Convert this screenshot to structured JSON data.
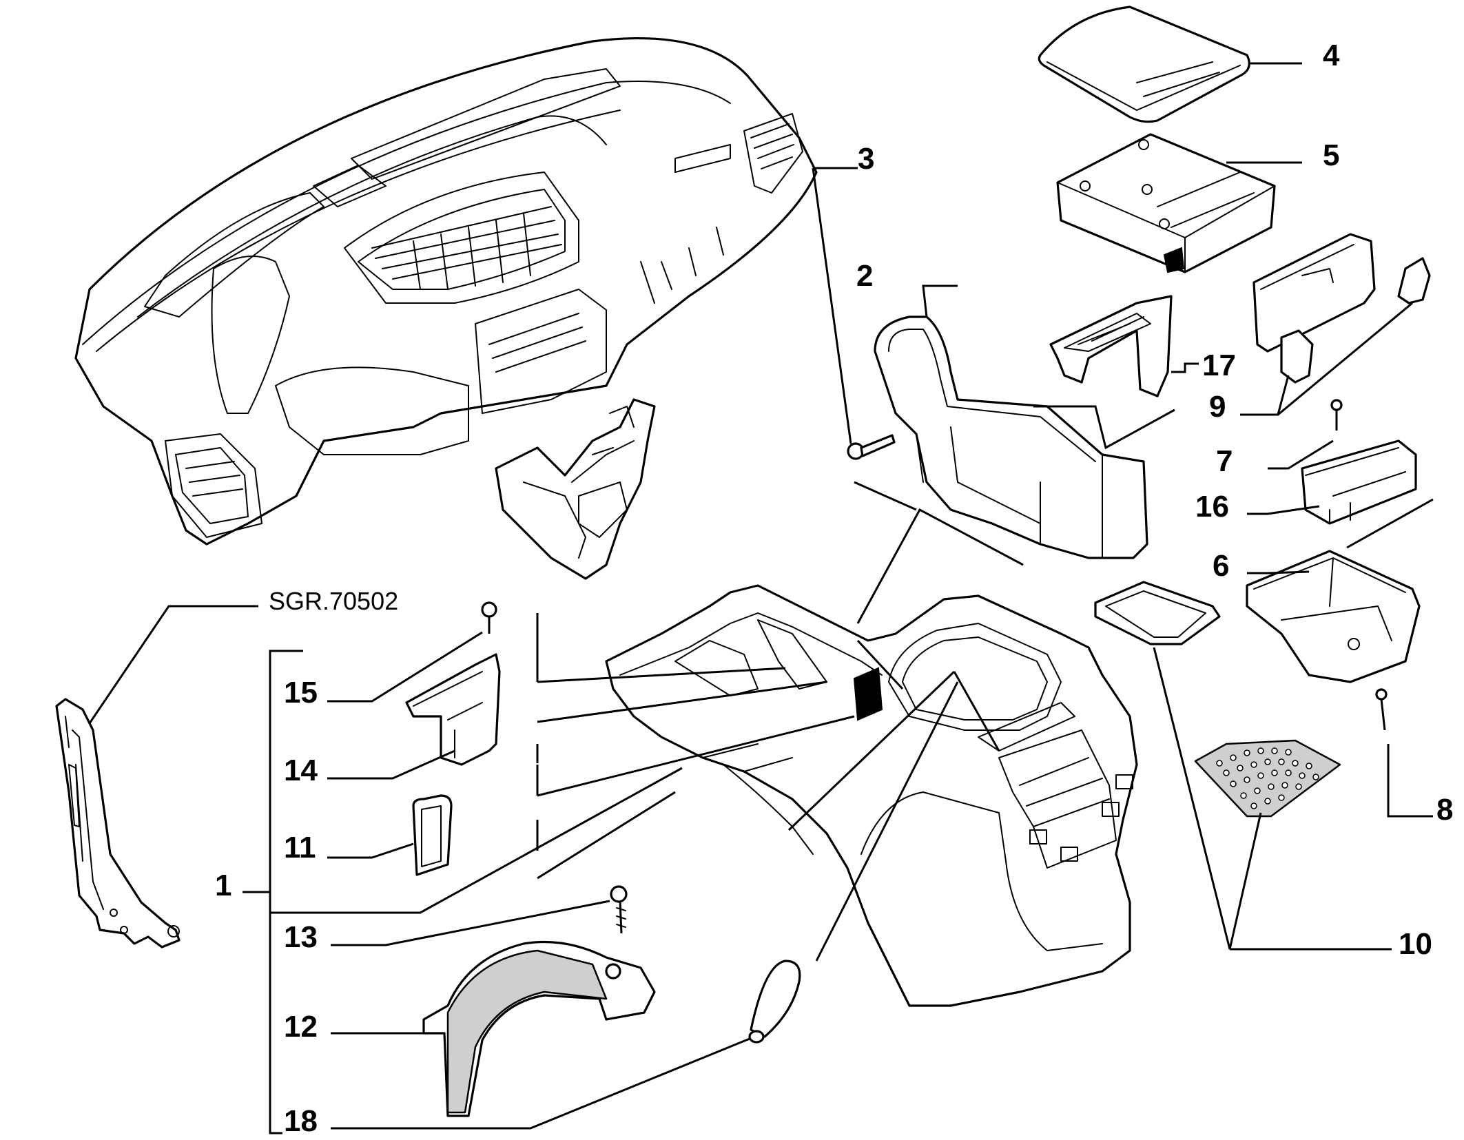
{
  "callouts": {
    "c1": "1",
    "c2": "2",
    "c3": "3",
    "c4": "4",
    "c5": "5",
    "c6": "6",
    "c7": "7",
    "c8": "8",
    "c9": "9",
    "c10": "10",
    "c11": "11",
    "c12": "12",
    "c13": "13",
    "c14": "14",
    "c15": "15",
    "c16": "16",
    "c17": "17",
    "c18": "18"
  },
  "reference": "SGR.70502"
}
